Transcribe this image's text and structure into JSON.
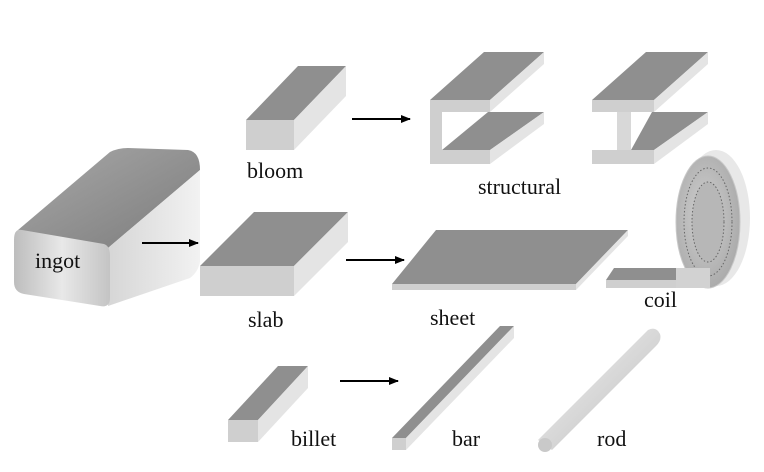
{
  "labels": {
    "ingot": "ingot",
    "bloom": "bloom",
    "structural": "structural",
    "slab": "slab",
    "sheet": "sheet",
    "coil": "coil",
    "billet": "billet",
    "bar": "bar",
    "rod": "rod"
  },
  "colors": {
    "top_face": "#8f8f8f",
    "front_face": "#cfcfcf",
    "side_face": "#e4e4e4",
    "arrow": "#000000",
    "coil_dots": "#666666"
  }
}
